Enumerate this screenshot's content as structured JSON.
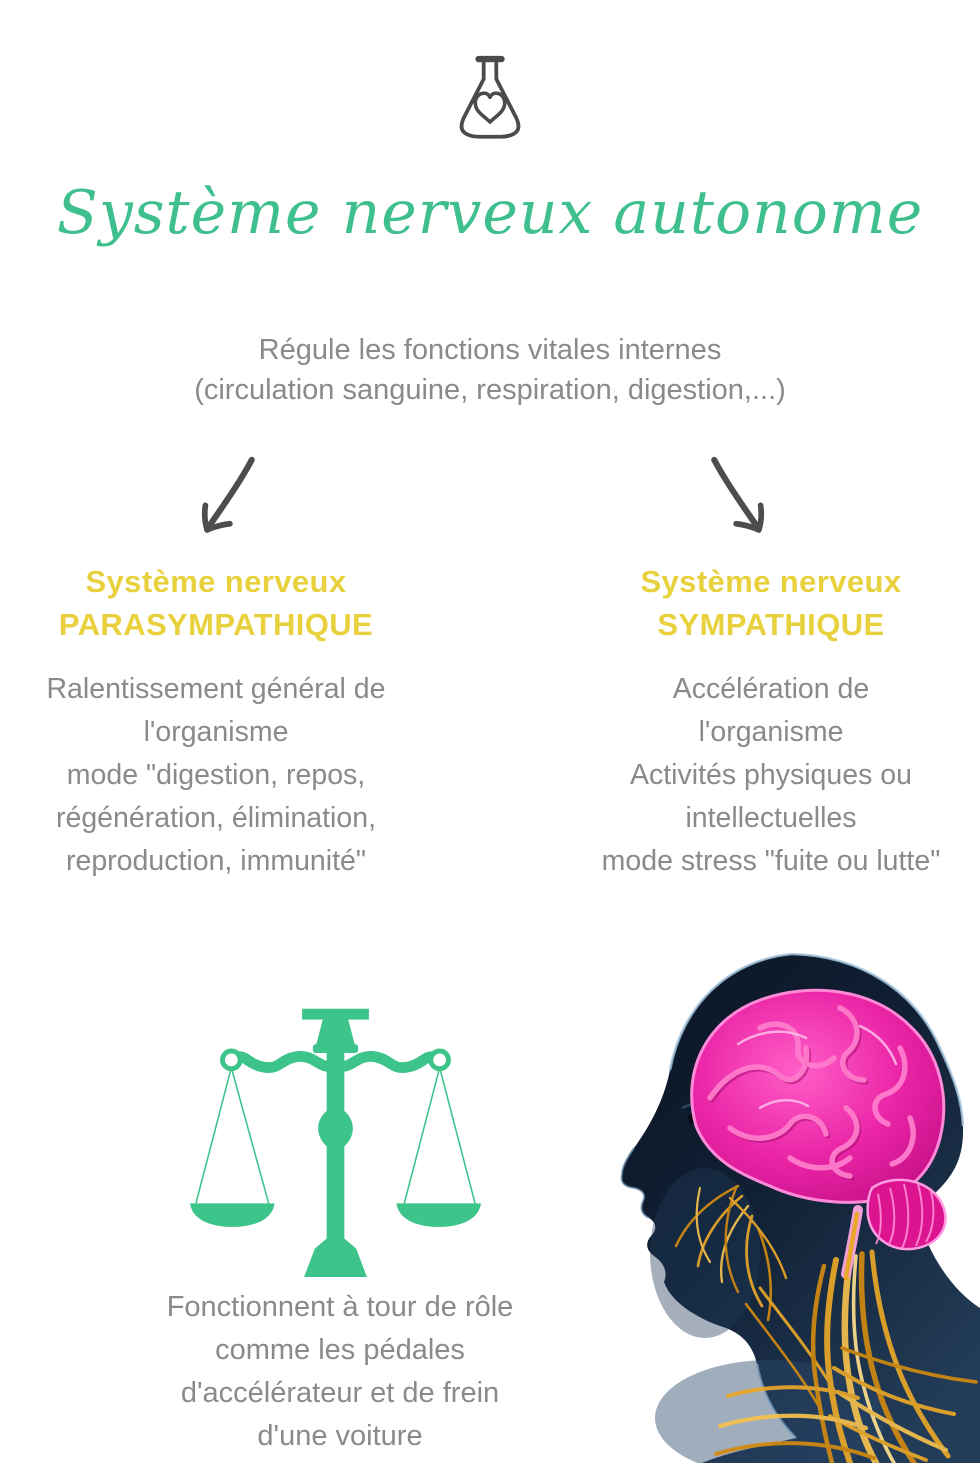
{
  "colors": {
    "accent_green": "#3fbf8d",
    "accent_yellow": "#e8d13c",
    "body_gray": "#8a8a8a",
    "icon_dark_gray": "#4d4d4d",
    "brain_pink": "#e018a0",
    "nerve_orange": "#eaa828",
    "silhouette_navy": "#101f33"
  },
  "icons": {
    "header_icon": "flask-heart-icon",
    "left_arrow": "arrow-down-left-icon",
    "right_arrow": "arrow-down-right-icon",
    "balance": "balance-scale-icon",
    "illustration": "human-head-profile-with-brain-and-nerves"
  },
  "header": {
    "title": "Système nerveux autonome",
    "subtitle": "Régule les fonctions vitales internes\n(circulation sanguine, respiration, digestion,...)"
  },
  "branches": {
    "left": {
      "heading": "Système nerveux\nPARASYMPATHIQUE",
      "body": "Ralentissement général de\nl'organisme\nmode \"digestion, repos,\nrégénération, élimination,\nreproduction, immunité\""
    },
    "right": {
      "heading": "Système nerveux\nSYMPATHIQUE",
      "body": "Accélération de\nl'organisme\nActivités physiques ou\nintellectuelles\nmode stress \"fuite ou lutte\""
    }
  },
  "bottom": {
    "caption": "Fonctionnent à tour de rôle\ncomme les pédales\nd'accélérateur et de frein\nd'une voiture"
  }
}
